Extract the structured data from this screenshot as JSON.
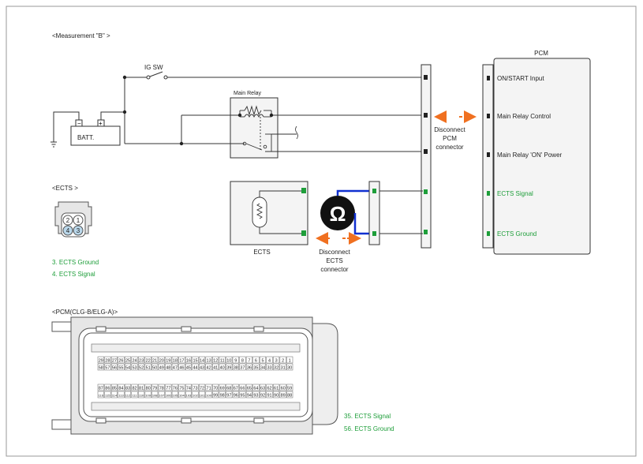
{
  "header": {
    "measurement_label": "<Measurement \"B\"          >"
  },
  "battery": {
    "label": "BATT.",
    "minus": "−",
    "plus": "+"
  },
  "ig_switch": {
    "label": "IG SW"
  },
  "main_relay": {
    "label": "Main Relay"
  },
  "pcm_connector": {
    "lines": [
      "Disconnect",
      "PCM",
      "connector"
    ]
  },
  "pcm": {
    "title": "PCM",
    "pins": [
      {
        "label": "ON/START Input",
        "color": "#222222"
      },
      {
        "label": "Main Relay Control",
        "color": "#222222"
      },
      {
        "label": "Main Relay 'ON' Power",
        "color": "#222222"
      },
      {
        "label": "ECTS Signal",
        "color": "#1e9e3a"
      },
      {
        "label": "ECTS Ground",
        "color": "#1e9e3a"
      }
    ]
  },
  "ohmmeter": {
    "symbol": "Ω"
  },
  "ects_sensor": {
    "label": "ECTS"
  },
  "ects_connector": {
    "lines": [
      "Disconnect",
      "ECTS",
      "connector"
    ]
  },
  "ects_view": {
    "title": "<ECTS     >",
    "pins": [
      "2",
      "1",
      "4",
      "3"
    ],
    "notes": [
      "3. ECTS Ground",
      "4. ECTS Signal"
    ]
  },
  "pcm_view": {
    "title": "<PCM(CLG-B/ELG-A)>",
    "row1": [
      "29",
      "28",
      "27",
      "26",
      "25",
      "24",
      "23",
      "22",
      "21",
      "20",
      "19",
      "18",
      "17",
      "16",
      "15",
      "14",
      "13",
      "12",
      "11",
      "10",
      "9",
      "8",
      "7",
      "6",
      "5",
      "4",
      "3",
      "2",
      "1"
    ],
    "row2": [
      "58",
      "57",
      "56",
      "55",
      "54",
      "53",
      "52",
      "51",
      "50",
      "49",
      "48",
      "47",
      "46",
      "45",
      "44",
      "43",
      "42",
      "41",
      "40",
      "39",
      "38",
      "37",
      "36",
      "35",
      "34",
      "33",
      "32",
      "31",
      "30"
    ],
    "row3": [
      "87",
      "86",
      "85",
      "84",
      "83",
      "82",
      "81",
      "80",
      "79",
      "78",
      "77",
      "76",
      "75",
      "74",
      "73",
      "72",
      "71",
      "70",
      "69",
      "68",
      "67",
      "66",
      "65",
      "64",
      "63",
      "62",
      "61",
      "60",
      "59"
    ],
    "row4": [
      "116",
      "115",
      "114",
      "113",
      "112",
      "111",
      "110",
      "109",
      "108",
      "107",
      "106",
      "105",
      "104",
      "103",
      "102",
      "101",
      "100",
      "99",
      "98",
      "97",
      "96",
      "95",
      "94",
      "93",
      "92",
      "91",
      "90",
      "89",
      "88"
    ],
    "notes": [
      "35. ECTS Signal",
      "56. ECTS Ground"
    ]
  },
  "colors": {
    "green": "#1e9e3a",
    "blue": "#1030d0",
    "orange": "#f07020",
    "line": "#333333",
    "box_fill": "#f4f4f4"
  }
}
